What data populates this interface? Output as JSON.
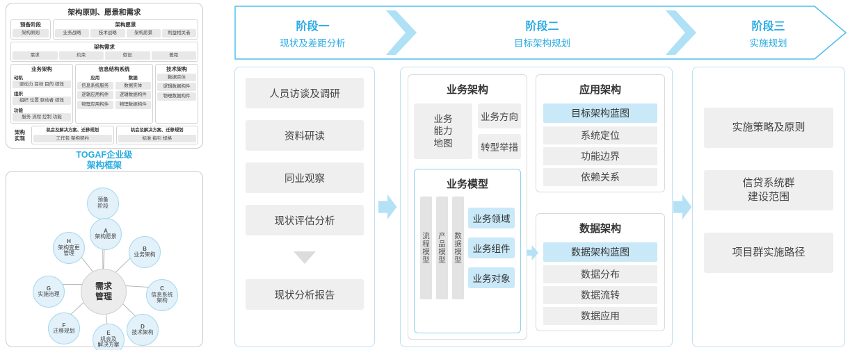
{
  "colors": {
    "accent_blue": "#29ABE2",
    "arrow_blue": "#B5E1F6",
    "highlight_blue": "#C9E9F8",
    "box_gray": "#EFEFEF"
  },
  "togaf_panel": {
    "title": "架构原则、愿景和需求",
    "prep": {
      "title": "预备阶段",
      "items": [
        "架构原则"
      ]
    },
    "vision": {
      "title": "架构愿景",
      "items": [
        "业务战略",
        "技术战略",
        "架构愿景",
        "利益相关者"
      ]
    },
    "requirement": {
      "title": "架构需求",
      "items": [
        "需求",
        "约束",
        "假设",
        "差距"
      ]
    },
    "business": {
      "title": "业务架构",
      "groups": [
        {
          "label": "动机",
          "items": "驱动力 目标 目的 绩效"
        },
        {
          "label": "组织",
          "items": "组织 位置 驱动者 绩效"
        },
        {
          "label": "功能",
          "items": "服务 流程 控制 功能"
        }
      ]
    },
    "info_system": {
      "title": "信息结构系统",
      "app": {
        "label": "应用",
        "items": [
          "信息系统服务",
          "逻辑应用构件",
          "物理应用构件"
        ]
      },
      "data": {
        "label": "数据",
        "items": [
          "数据实体",
          "逻辑数据构件",
          "物理数据构件"
        ]
      }
    },
    "tech": {
      "title": "技术架构",
      "items": [
        "数据实体",
        "逻辑数据构件",
        "物理数据构件"
      ]
    },
    "realization": {
      "title": "架构\n实现",
      "left": {
        "title": "机会及解决方案、迁移规划",
        "items": "工作包  架构契约"
      },
      "right": {
        "title": "机会及解决方案、迁移规划",
        "items": "标准  指引  规格"
      }
    },
    "caption": "TOGAF企业级\n架构框架"
  },
  "adm": {
    "center": "需求\n管理",
    "nodes": [
      {
        "letter": "",
        "label": "预备\n阶段"
      },
      {
        "letter": "A",
        "label": "架构愿景"
      },
      {
        "letter": "B",
        "label": "业务架构"
      },
      {
        "letter": "C",
        "label": "信息系统\n架构"
      },
      {
        "letter": "D",
        "label": "技术架构"
      },
      {
        "letter": "E",
        "label": "机会及\n解决方案"
      },
      {
        "letter": "F",
        "label": "迁移规划"
      },
      {
        "letter": "G",
        "label": "实施治理"
      },
      {
        "letter": "H",
        "label": "架构变更\n管理"
      }
    ]
  },
  "phases": [
    {
      "title": "阶段一",
      "subtitle": "现状及差距分析"
    },
    {
      "title": "阶段二",
      "subtitle": "目标架构规划"
    },
    {
      "title": "阶段三",
      "subtitle": "实施规划"
    }
  ],
  "phase1_steps": [
    "人员访谈及调研",
    "资料研读",
    "同业观察",
    "现状评估分析",
    "现状分析报告"
  ],
  "phase2": {
    "business": {
      "title": "业务架构",
      "direction": "业务方向",
      "capability": "业务\n能力\n地图",
      "transform": "转型举措",
      "model": {
        "title": "业务模型",
        "verticals": [
          "流程模型",
          "产品模型",
          "数据模型"
        ],
        "items": [
          "业务领域",
          "业务组件",
          "业务对象"
        ]
      }
    },
    "application": {
      "title": "应用架构",
      "blueprint": "目标架构蓝图",
      "items": [
        "系统定位",
        "功能边界",
        "依赖关系"
      ]
    },
    "data": {
      "title": "数据架构",
      "blueprint": "数据架构蓝图",
      "items": [
        "数据分布",
        "数据流转",
        "数据应用"
      ]
    }
  },
  "phase3_items": [
    "实施策略及原则",
    "信贷系统群\n建设范围",
    "项目群实施路径"
  ]
}
